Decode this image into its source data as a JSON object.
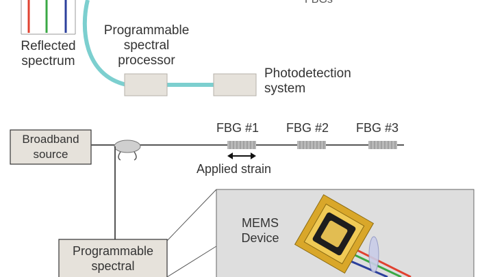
{
  "top": {
    "reflected_spectrum": "Reflected\nspectrum",
    "processor": "Programmable\nspectral\nprocessor",
    "photodetection": "Photodetection\nsystem"
  },
  "bottom": {
    "source": "Broadband\nsource",
    "fbg1": "FBG #1",
    "fbg2": "FBG #2",
    "fbg3": "FBG #3",
    "applied_strain": "Applied strain",
    "processor": "Programmable\nspectral",
    "mems": "MEMS\nDevice"
  },
  "colors": {
    "fiber_teal": "#7ccfcf",
    "box_fill": "#e6e2db",
    "panel_fill": "#dedede",
    "red": "#e0412f",
    "green": "#3aa844",
    "blue": "#2b3f9c",
    "gold": "#d9a72a"
  }
}
